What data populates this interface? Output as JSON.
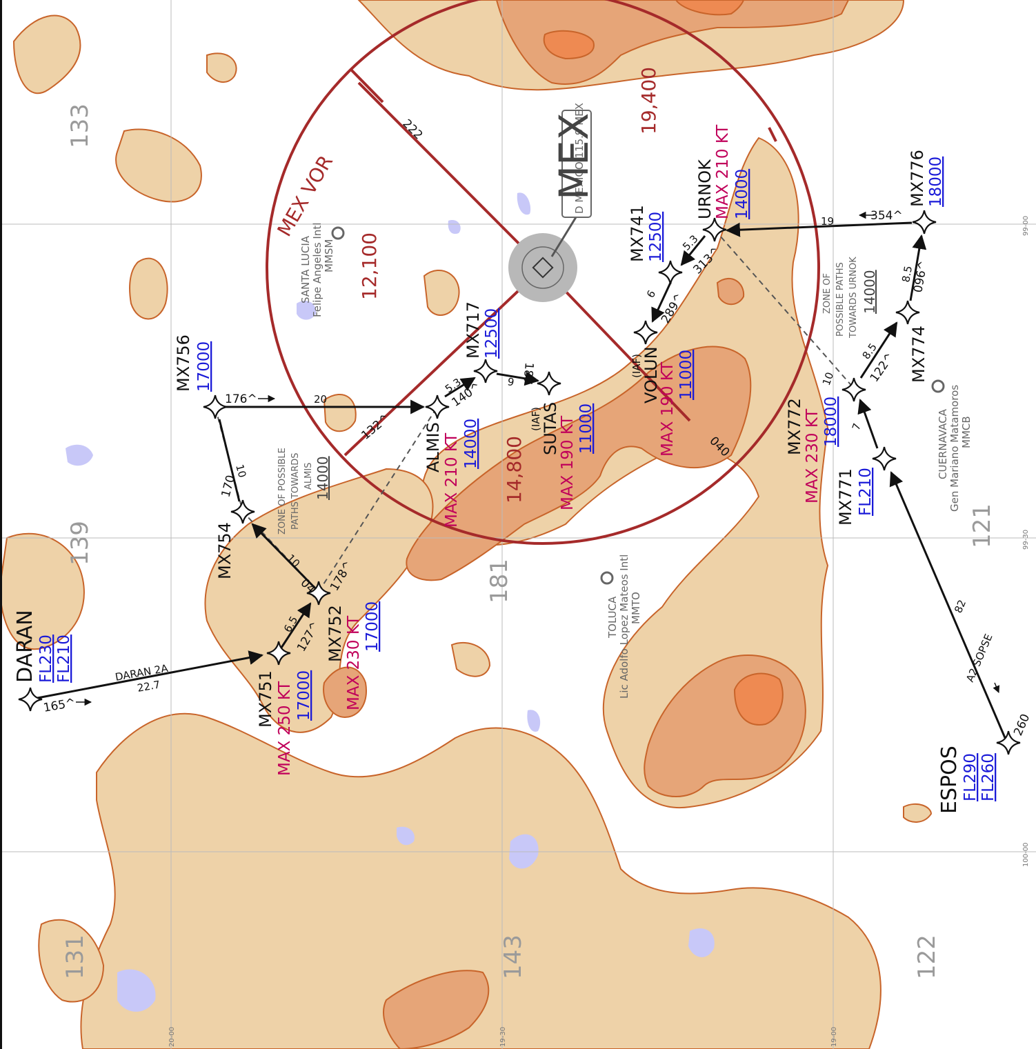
{
  "colors": {
    "terrain_low": "#eed2a8",
    "terrain_mid": "#e6a578",
    "terrain_high": "#ee8a52",
    "terrain_edge": "#c8642a",
    "water": "#c8c8f8",
    "msa_ring": "#a52a2a",
    "route": "#111111",
    "speed": "#c0005a",
    "altitude": "#1a1ad8"
  },
  "navaid": {
    "ring_label": "MEX VOR",
    "ident_large": "MEX",
    "box_text": "D MEXICO 115.9 MEX",
    "icon": "vor-icon",
    "ring_radials": [
      "222",
      "132^",
      "040"
    ]
  },
  "msa_values": [
    "12,100",
    "19,400",
    "14,800"
  ],
  "terrain_labels": [
    "133",
    "139",
    "131",
    "143",
    "181",
    "121",
    "122"
  ],
  "airports": [
    {
      "name": "SANTA LUCIA",
      "full": "Felipe Angeles Intl",
      "icao": "MMSM"
    },
    {
      "name": "TOLUCA",
      "full": "Lic Adolfo Lopez Mateos Intl",
      "icao": "MMTO"
    },
    {
      "name": "CUERNAVACA",
      "full": "Gen Mariano Matamoros",
      "icao": "MMCB"
    }
  ],
  "waypoints": {
    "daran": {
      "name": "DARAN",
      "alt1": "FL230",
      "alt2": "FL210"
    },
    "mx751": {
      "name": "MX751",
      "speed": "MAX 250 KT",
      "alt": "17000"
    },
    "mx752": {
      "name": "MX752",
      "speed": "MAX 230 KT",
      "alt": "17000"
    },
    "mx754": {
      "name": "MX754"
    },
    "mx756": {
      "name": "MX756",
      "alt": "17000"
    },
    "almis": {
      "name": "ALMIS",
      "speed": "MAX 210 KT",
      "alt": "14000"
    },
    "mx717": {
      "name": "MX717",
      "alt": "12500"
    },
    "sutas": {
      "name": "SUTAS",
      "tag": "(IAF)",
      "speed": "MAX 190 KT",
      "alt": "11000"
    },
    "volun": {
      "name": "VOLUN",
      "tag": "(IAF)",
      "speed": "MAX 190 KT",
      "alt": "11000"
    },
    "mx741": {
      "name": "MX741",
      "alt": "12500"
    },
    "urnok": {
      "name": "URNOK",
      "speed": "MAX 210 KT",
      "alt": "14000"
    },
    "mx776": {
      "name": "MX776",
      "alt": "18000"
    },
    "mx774": {
      "name": "MX774"
    },
    "mx772": {
      "name": "MX772",
      "speed": "MAX 230 KT",
      "alt": "18000"
    },
    "mx771": {
      "name": "MX771",
      "alt": "FL210"
    },
    "espos": {
      "name": "ESPOS",
      "alt1": "FL290",
      "alt2": "FL260"
    }
  },
  "legs": {
    "daran_route": "DARAN 2A",
    "daran_dist": "22.7",
    "daran_crs": "165^",
    "leg_751_752_dist": "6.5",
    "leg_751_752_crs": "127^",
    "leg_752_754_dist": "10",
    "leg_752_754_crs": "040",
    "leg_754_756_dist": "10",
    "leg_754_756_crs": "170",
    "leg_756_almis_crs": "176^",
    "leg_756_almis_dist": "20",
    "leg_752_almis_crs": "178^",
    "leg_almis_717_dist": "5.3",
    "leg_almis_717_crs": "140^",
    "leg_717_sutas_dist": "9",
    "leg_717_sutas_crs": "187",
    "espos_route": "A2 SOPSE",
    "espos_dist": "82",
    "espos_crs": "260",
    "leg_771_772_dist": "7",
    "leg_772_774_dist": "8.5",
    "leg_772_774_crs": "122^",
    "leg_774_776_dist": "8.5",
    "leg_774_776_crs": "096^",
    "leg_776_urnok_crs": "354^",
    "leg_776_urnok_dist": "19",
    "leg_urnok_741_dist": "5.3",
    "leg_urnok_741_crs": "313^",
    "leg_741_volun_dist": "6",
    "leg_741_volun_crs": "289^",
    "leg_772_dist_b": "10"
  },
  "zones": [
    {
      "l1": "ZONE OF POSSIBLE",
      "l2": "PATHS TOWARDS",
      "l3": "ALMIS",
      "alt": "14000"
    },
    {
      "l1": "ZONE OF",
      "l2": "POSSIBLE PATHS",
      "l3": "TOWARDS URNOK",
      "alt": "14000"
    }
  ],
  "grid": {
    "lat": [
      "20-00",
      "19-30",
      "19-00"
    ],
    "lon": [
      "99-00",
      "99-30",
      "100-00"
    ]
  }
}
